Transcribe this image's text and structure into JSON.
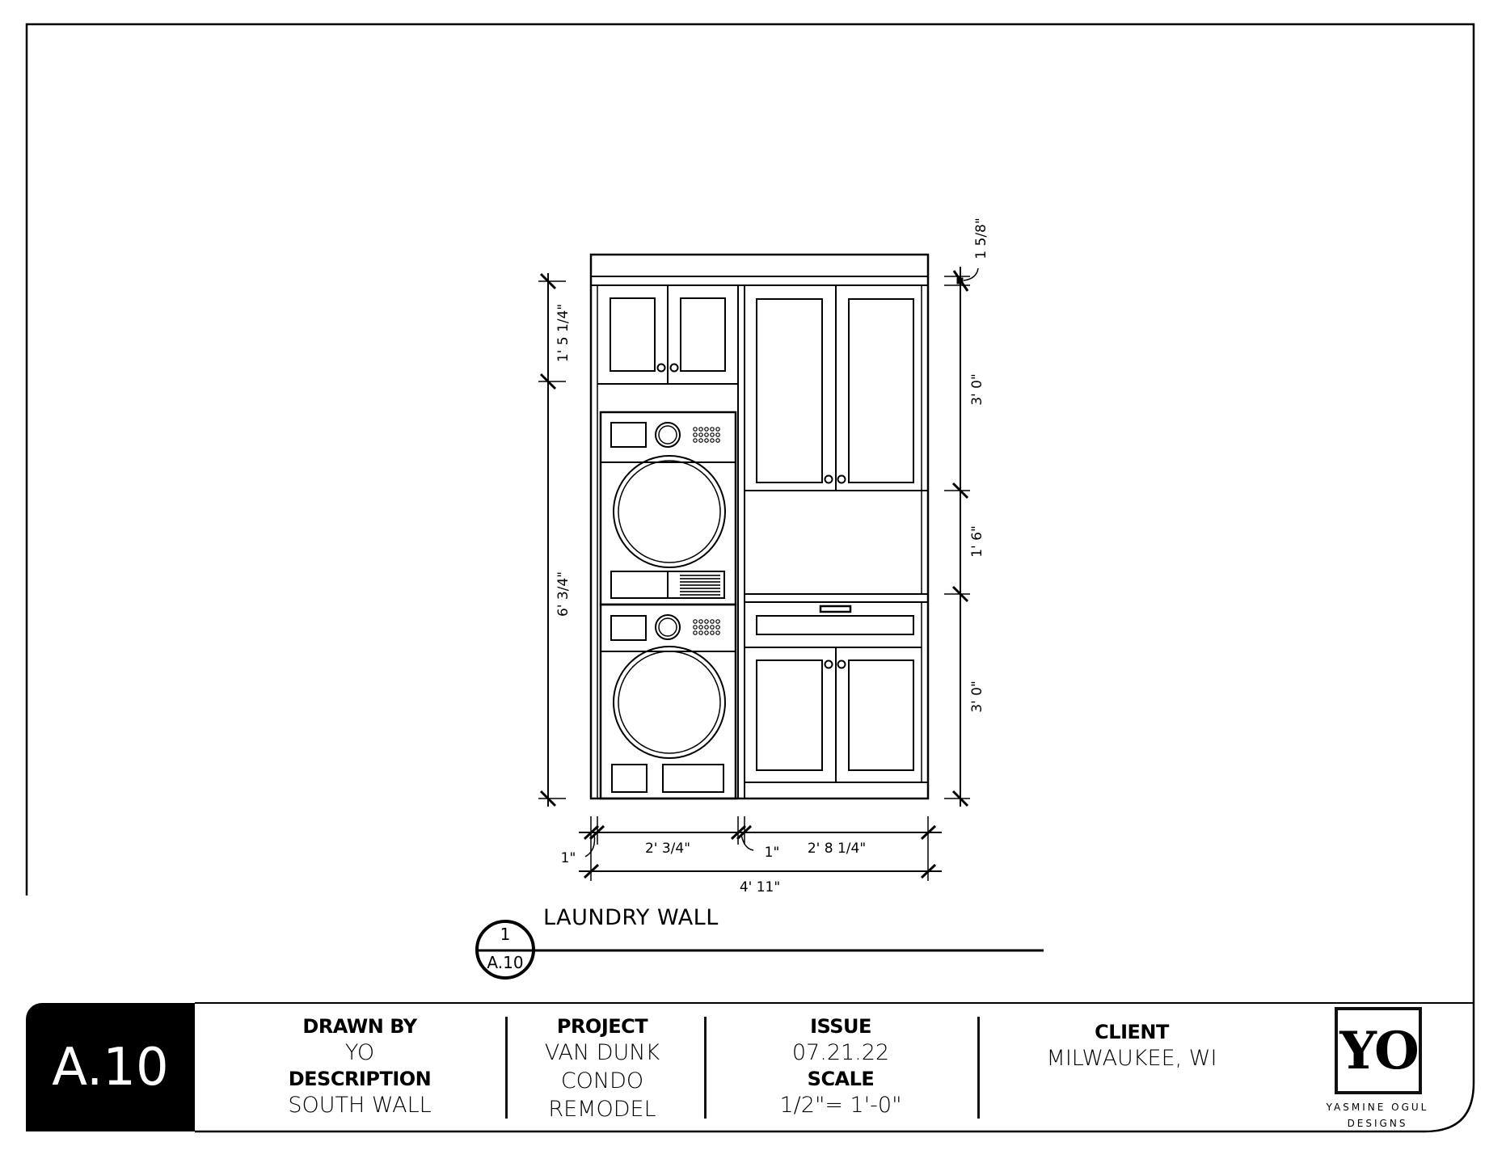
{
  "drawing": {
    "view_number": "1",
    "view_sheet": "A.10",
    "view_title": "LAUNDRY WALL",
    "dimensions": {
      "left_upper": "1' 5 1/4\"",
      "left_lower": "6' 3/4\"",
      "right_top_small": "1 5/8\"",
      "right_upper": "3' 0\"",
      "right_middle": "1' 6\"",
      "right_lower": "3' 0\"",
      "bottom_left_gap": "1\"",
      "bottom_left_width": "2' 3/4\"",
      "bottom_mid_gap": "1\"",
      "bottom_right_width": "2' 8 1/4\"",
      "overall_width": "4' 11\""
    },
    "elements": [
      "upper-cabinet-left",
      "tall-cabinet-upper-right",
      "stacked-dryer",
      "stacked-washer",
      "countertop",
      "drawer",
      "base-cabinet"
    ]
  },
  "title_block": {
    "sheet_number": "A.10",
    "drawn_by_label": "DRAWN BY",
    "drawn_by_value": "YO",
    "description_label": "DESCRIPTION",
    "description_value": "SOUTH WALL",
    "project_label": "PROJECT",
    "project_line1": "VAN DUNK",
    "project_line2": "CONDO",
    "project_line3": "REMODEL",
    "issue_label": "ISSUE",
    "issue_value": "07.21.22",
    "scale_label": "SCALE",
    "scale_value": "1/2\"= 1'-0\"",
    "client_label": "CLIENT",
    "client_value": "MILWAUKEE, WI",
    "logo_mark": "YO",
    "logo_line1": "YASMINE OGUL",
    "logo_line2": "DESIGNS"
  }
}
